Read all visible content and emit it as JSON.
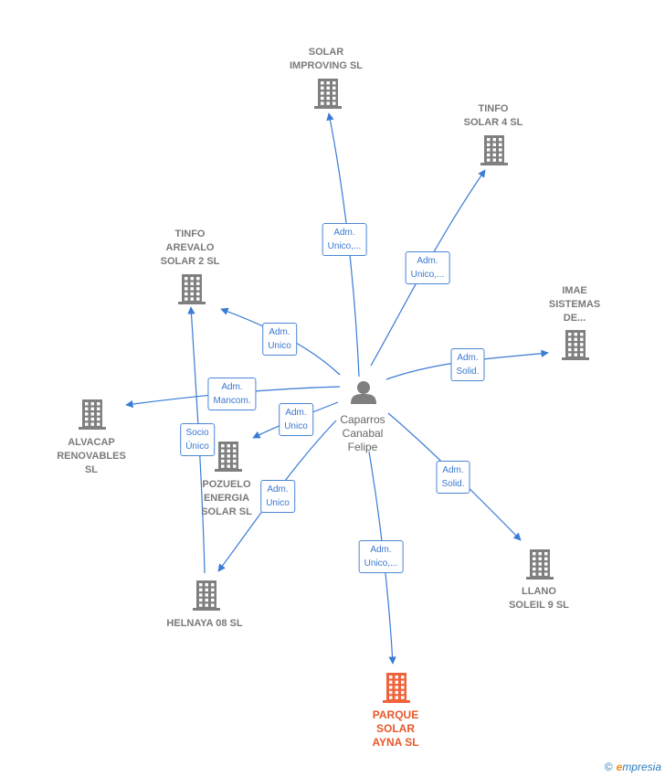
{
  "colors": {
    "edge": "#3a7bd5",
    "company": "#7f7f7f",
    "highlight": "#f0623a",
    "person": "#7f7f7f"
  },
  "person": {
    "lines": [
      "Caparros",
      "Canabal",
      "Felipe"
    ],
    "icon": "person-icon"
  },
  "companies": [
    {
      "id": "solar-improving",
      "lines": [
        "SOLAR",
        "IMPROVING  SL"
      ],
      "icon": "building-icon"
    },
    {
      "id": "tinfo-solar-4",
      "lines": [
        "TINFO",
        "SOLAR 4 SL"
      ],
      "icon": "building-icon"
    },
    {
      "id": "tinfo-arevalo-solar-2",
      "lines": [
        "TINFO",
        "AREVALO",
        "SOLAR 2  SL"
      ],
      "icon": "building-icon"
    },
    {
      "id": "imae-sistemas",
      "lines": [
        "IMAE",
        "SISTEMAS",
        "DE..."
      ],
      "icon": "building-icon"
    },
    {
      "id": "alvacap-renovables",
      "lines": [
        "ALVACAP",
        "RENOVABLES",
        "SL"
      ],
      "icon": "building-icon"
    },
    {
      "id": "pozuelo-energia-solar",
      "lines": [
        "POZUELO",
        "ENERGIA",
        "SOLAR  SL"
      ],
      "icon": "building-icon"
    },
    {
      "id": "llano-soleil-9",
      "lines": [
        "LLANO",
        "SOLEIL 9  SL"
      ],
      "icon": "building-icon"
    },
    {
      "id": "helnaya-08",
      "lines": [
        "HELNAYA 08 SL"
      ],
      "icon": "building-icon"
    },
    {
      "id": "parque-solar-ayna",
      "lines": [
        "PARQUE",
        "SOLAR",
        "AYNA  SL"
      ],
      "icon": "building-icon",
      "highlighted": true
    }
  ],
  "relations": [
    {
      "id": "rel-solar-improving",
      "lines": [
        "Adm.",
        "Unico,..."
      ]
    },
    {
      "id": "rel-tinfo-solar-4",
      "lines": [
        "Adm.",
        "Unico,..."
      ]
    },
    {
      "id": "rel-tinfo-arevalo",
      "lines": [
        "Adm.",
        "Unico"
      ]
    },
    {
      "id": "rel-imae",
      "lines": [
        "Adm.",
        "Solid."
      ]
    },
    {
      "id": "rel-alvacap",
      "lines": [
        "Adm.",
        "Mancom."
      ]
    },
    {
      "id": "rel-pozuelo",
      "lines": [
        "Adm.",
        "Unico"
      ]
    },
    {
      "id": "rel-llano",
      "lines": [
        "Adm.",
        "Solid."
      ]
    },
    {
      "id": "rel-helnaya",
      "lines": [
        "Adm.",
        "Unico"
      ]
    },
    {
      "id": "rel-parque",
      "lines": [
        "Adm.",
        "Unico,..."
      ]
    },
    {
      "id": "rel-helnaya-tinfo",
      "lines": [
        "Socio",
        "Único"
      ]
    }
  ],
  "footer": {
    "copyright_symbol": "©",
    "brand_e": "e",
    "brand_rest": "mpresia"
  }
}
